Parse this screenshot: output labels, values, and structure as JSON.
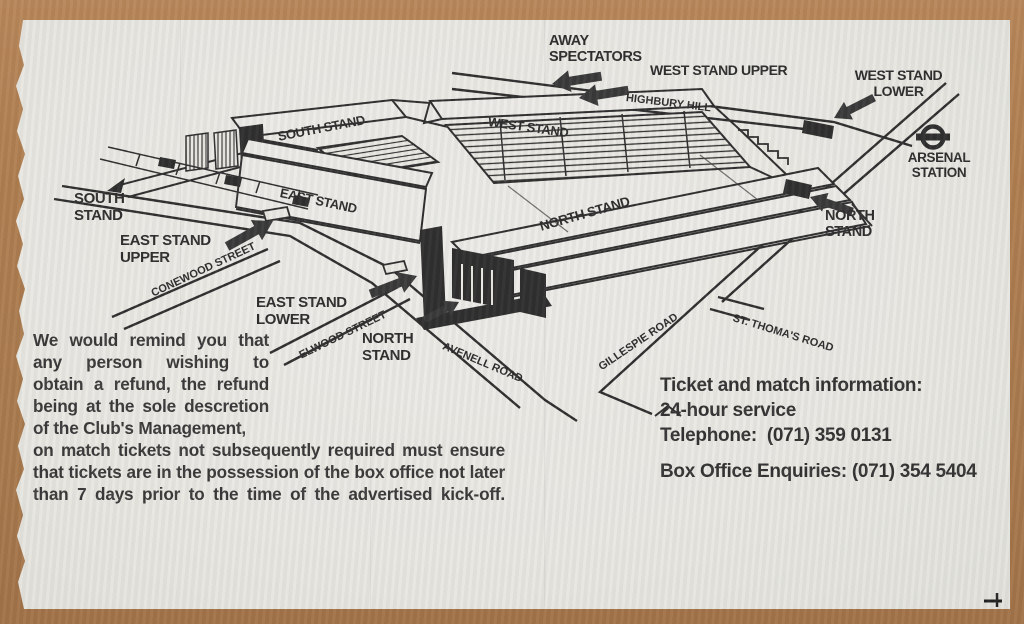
{
  "colors": {
    "background": "#ab7b51",
    "ticket": "#e9e8e3",
    "ink": "#2f2f2f"
  },
  "map": {
    "away_spectators": {
      "line1": "AWAY",
      "line2": "SPECTATORS"
    },
    "west_stand_upper": "WEST STAND UPPER",
    "highbury_hill": "HIGHBURY HILL",
    "west_stand_lower": {
      "line1": "WEST STAND",
      "line2": "LOWER"
    },
    "station": {
      "line1": "ARSENAL",
      "line2": "STATION"
    },
    "roof_labels": {
      "south": "SOUTH STAND",
      "west": "WEST STAND",
      "east": "EAST STAND",
      "north": "NORTH STAND"
    },
    "south_stand": {
      "line1": "SOUTH",
      "line2": "STAND"
    },
    "east_stand_upper": {
      "line1": "EAST STAND",
      "line2": "UPPER"
    },
    "conewood_street": "CONEWOOD STREET",
    "east_stand_lower": {
      "line1": "EAST STAND",
      "line2": "LOWER"
    },
    "elwood_street": "ELWOOD STREET",
    "north_stand_bottom": {
      "line1": "NORTH",
      "line2": "STAND"
    },
    "avenell_road": "AVENELL ROAD",
    "gillespie_road": "GILLESPIE ROAD",
    "st_thomas_road": "ST. THOMA'S ROAD",
    "north_stand_right": {
      "line1": "NORTH",
      "line2": "STAND"
    }
  },
  "refund_notice": {
    "lines": [
      "We would remind you that",
      "any person wishing to",
      "obtain a refund, the refund",
      "being at the sole descretion",
      "of the Club's Management,",
      "on match tickets not subsequently required must ensure",
      "that tickets are in the possession of the box office not later",
      "than 7 days prior to the time of the advertised kick-off."
    ]
  },
  "contact": {
    "info_title": "Ticket and match information:",
    "service": "24-hour service",
    "telephone": "Telephone:  (071) 359 0131",
    "box_office": "Box Office Enquiries: (071) 354 5404"
  }
}
